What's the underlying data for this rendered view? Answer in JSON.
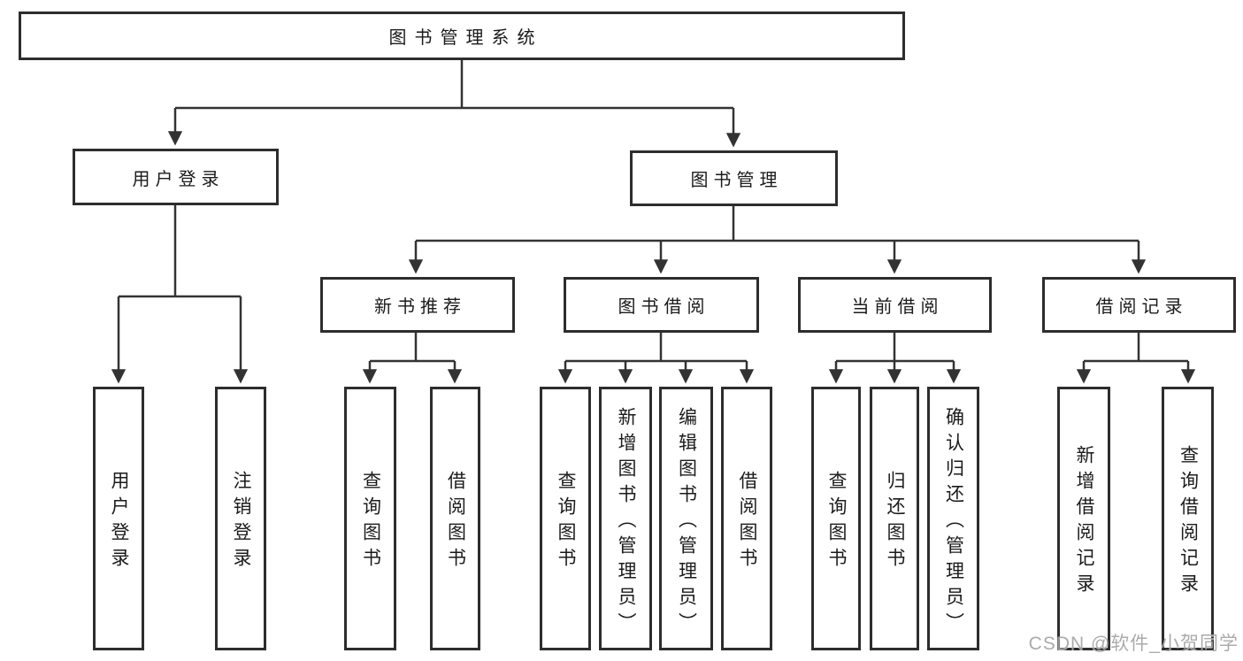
{
  "diagram": {
    "nodes": {
      "root": {
        "label": "图书管理系统"
      },
      "userLogin": {
        "label": "用户登录",
        "children": [
          "用户登录",
          "注销登录"
        ]
      },
      "bookMgmt": {
        "label": "图书管理"
      },
      "newBookRec": {
        "label": "新书推荐",
        "children": [
          "查询图书",
          "借阅图书"
        ]
      },
      "bookBorrow": {
        "label": "图书借阅",
        "children": [
          "查询图书",
          "新增图书（管理员）",
          "编辑图书（管理员）",
          "借阅图书"
        ]
      },
      "currentBorrow": {
        "label": "当前借阅",
        "children": [
          "查询图书",
          "归还图书",
          "确认归还（管理员）"
        ]
      },
      "borrowRecords": {
        "label": "借阅记录",
        "children": [
          "新增借阅记录",
          "查询借阅记录"
        ]
      }
    },
    "colors": {
      "line": "#333333",
      "box_border": "#2d2d2d",
      "text": "#1b1b1b",
      "watermark": "#a3a3a3"
    },
    "watermark": {
      "text": "CSDN @软件_小贺同学"
    }
  }
}
